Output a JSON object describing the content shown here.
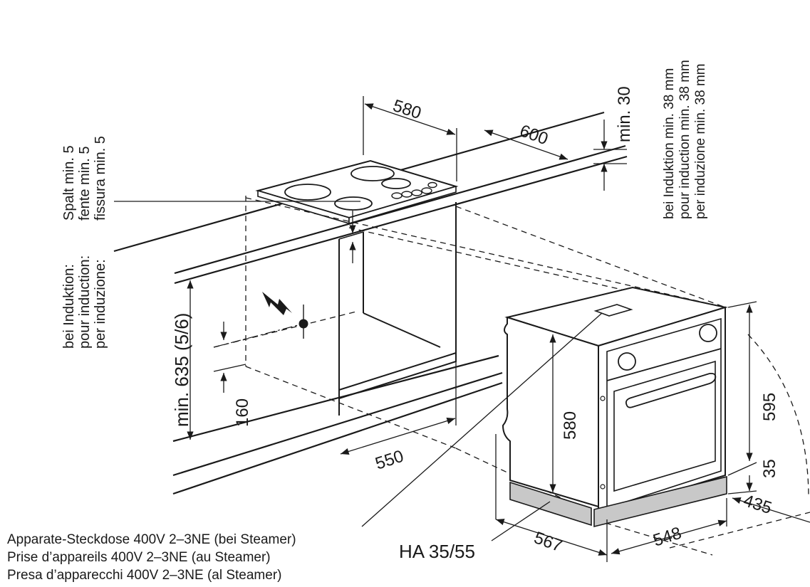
{
  "dimensions": {
    "hob_width": "580",
    "counter_depth": "600",
    "counter_thickness": "min. 30",
    "niche_height": "min. 635 (5/6)",
    "socket_height": "160",
    "niche_depth": "550",
    "oven_inner_height": "580",
    "oven_height": "595",
    "plinth_height": "35",
    "oven_width": "567",
    "oven_depth": "548",
    "plinth_depth": "435"
  },
  "gap_note": {
    "lines": [
      {
        "label": "bei Induktion:",
        "value": "Spalt min. 5"
      },
      {
        "label": "pour induction:",
        "value": "fente min. 5"
      },
      {
        "label": "per induzione:",
        "value": "fissura min. 5"
      }
    ]
  },
  "induction_note": {
    "lines": [
      "bei Induktion min. 38 mm",
      "pour induction min. 38 mm",
      "per induzione min. 38 mm"
    ]
  },
  "plinth_label": "HA 35/55",
  "socket_note": {
    "lines": [
      "Apparate-Steckdose 400V 2–3NE (bei Steamer)",
      "Prise d’appareils 400V 2–3NE (au Steamer)",
      "Presa d’apparecchi 400V 2–3NE (al Steamer)"
    ]
  },
  "colors": {
    "line": "#1a1a1a",
    "plinth": "#c8c8c8"
  }
}
